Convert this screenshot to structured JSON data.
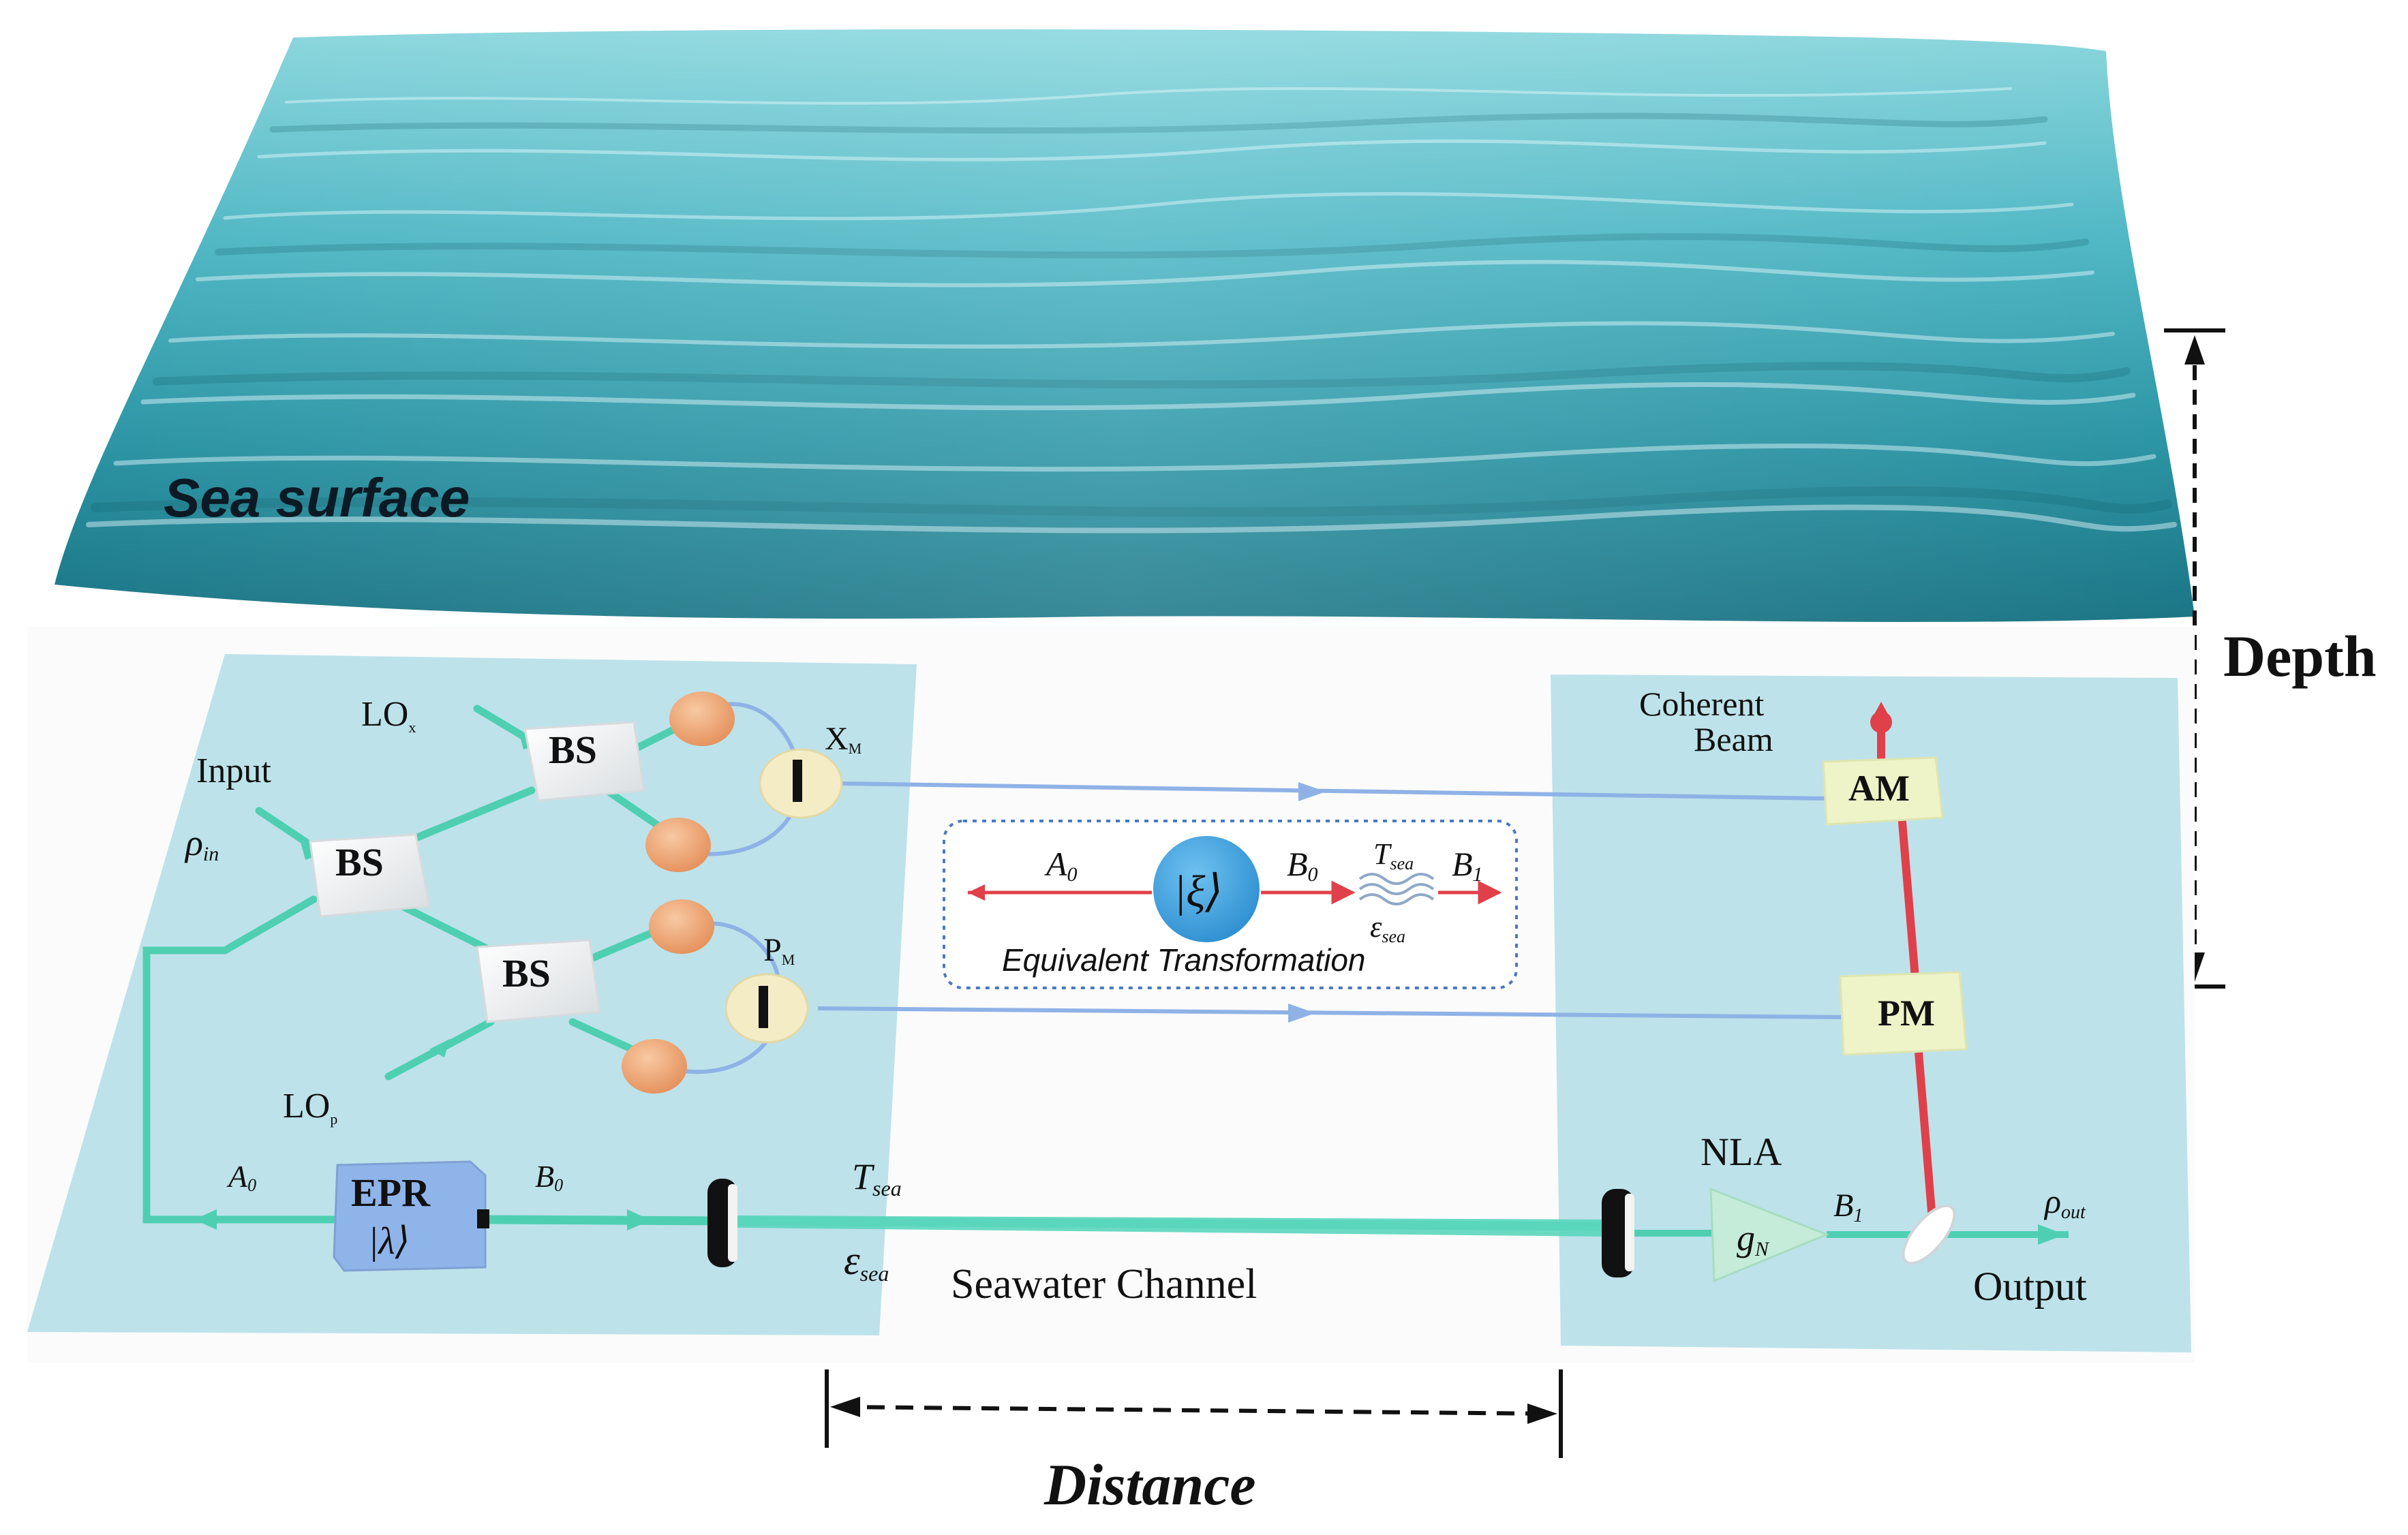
{
  "sea": {
    "label": "Sea surface",
    "depth_label": "Depth",
    "distance_label": "Distance"
  },
  "sender": {
    "lo_x": "LO",
    "lo_x_sub": "x",
    "lo_p": "LO",
    "lo_p_sub": "p",
    "input_label": "Input",
    "rho_in": "ρ",
    "rho_in_sub": "in",
    "bs_label": "BS",
    "x_m": "X",
    "x_m_sub": "M",
    "p_m": "P",
    "p_m_sub": "M",
    "epr_label": "EPR",
    "epr_state": "|λ⟩",
    "a0": "A",
    "a0_sub": "0",
    "b0": "B",
    "b0_sub": "0"
  },
  "channel": {
    "t_sea": "T",
    "t_sea_sub": "sea",
    "eps_sea": "ε",
    "eps_sea_sub": "sea",
    "label": "Seawater Channel"
  },
  "inset": {
    "a0": "A",
    "a0_sub": "0",
    "state": "|ξ⟩",
    "b0": "B",
    "b0_sub": "0",
    "t_sea": "T",
    "t_sea_sub": "sea",
    "b1": "B",
    "b1_sub": "1",
    "eps_sea": "ε",
    "eps_sea_sub": "sea",
    "caption": "Equivalent Transformation"
  },
  "receiver": {
    "coherent_line1": "Coherent",
    "coherent_line2": "Beam",
    "am_label": "AM",
    "pm_label": "PM",
    "nla_label": "NLA",
    "g_n": "g",
    "g_n_sub": "N",
    "b1": "B",
    "b1_sub": "1",
    "rho_out": "ρ",
    "rho_out_sub": "out",
    "output_label": "Output"
  },
  "colors": {
    "beam": "#4fcfb2",
    "classical_line": "#8fb2e6",
    "laser": "#e0404a",
    "panel": "#bde2ea",
    "sea_dark": "#1d7f8c",
    "sea_light": "#7fd0d8",
    "epr_box": "#8fb4ea",
    "modulator_box": "#eef3c8",
    "detector": "#f0a979",
    "inset_circle": "#4aa7df"
  }
}
